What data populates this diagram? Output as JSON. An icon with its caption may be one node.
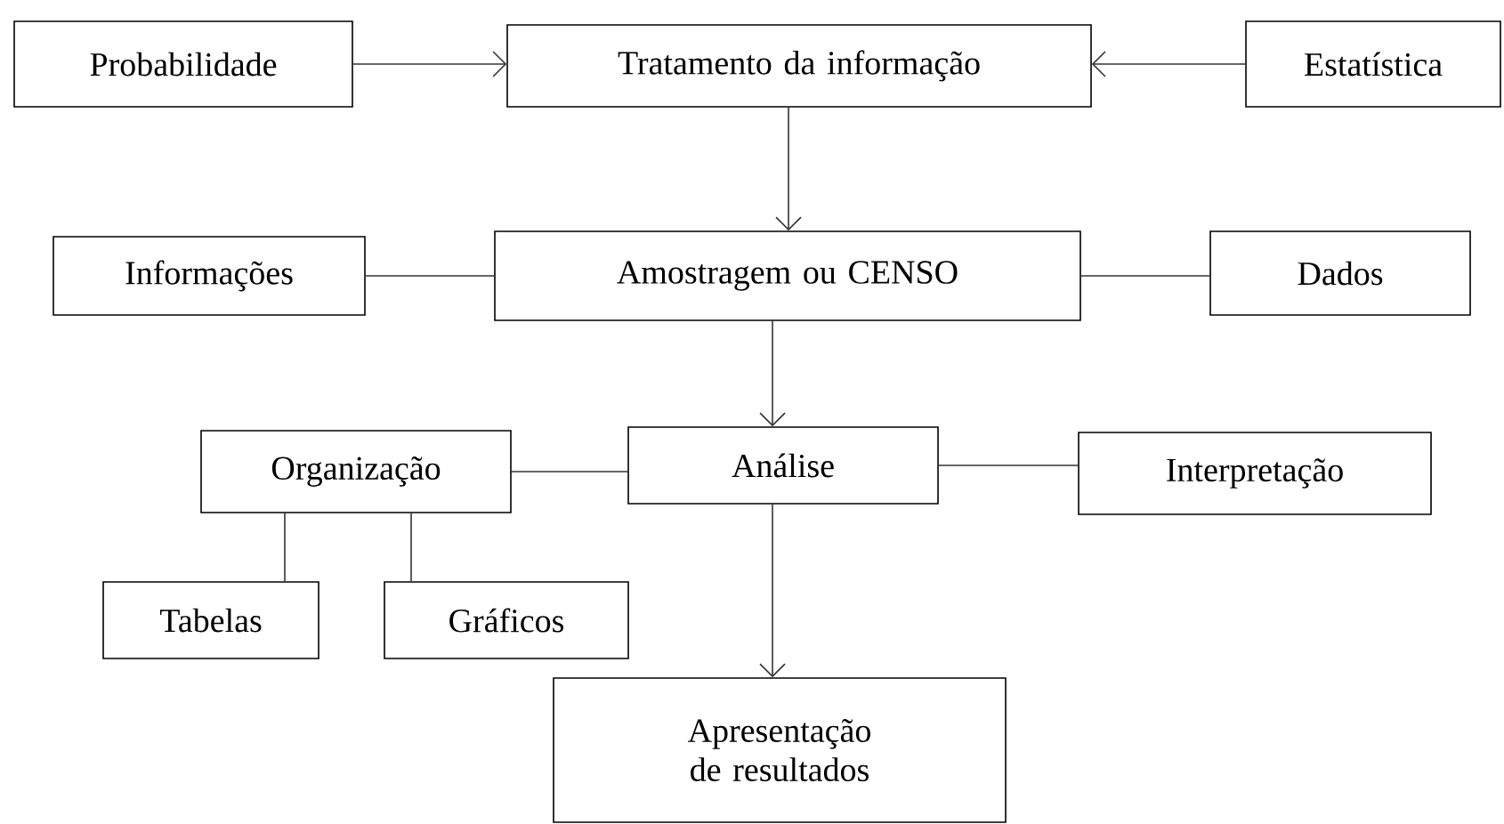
{
  "diagram": {
    "nodes": [
      {
        "text": [
          "Probabilidade"
        ]
      },
      {
        "text": [
          "Tratamento da informação"
        ]
      },
      {
        "text": [
          "Estatística"
        ]
      },
      {
        "text": [
          "Informações"
        ]
      },
      {
        "text": [
          "Amostragem ou CENSO"
        ]
      },
      {
        "text": [
          "Dados"
        ]
      },
      {
        "text": [
          "Organização"
        ]
      },
      {
        "text": [
          "Análise"
        ]
      },
      {
        "text": [
          "Interpretação"
        ]
      },
      {
        "text": [
          "Tabelas"
        ]
      },
      {
        "text": [
          "Gráficos"
        ]
      },
      {
        "text": [
          "Apresentação de resultados"
        ]
      }
    ],
    "edges": [
      {
        "from": 0,
        "to": 1,
        "arrow": "to"
      },
      {
        "from": 2,
        "to": 1,
        "arrow": "to"
      },
      {
        "from": 1,
        "to": 4,
        "arrow": "to"
      },
      {
        "from": 3,
        "to": 4,
        "arrow": "none"
      },
      {
        "from": 4,
        "to": 5,
        "arrow": "none"
      },
      {
        "from": 4,
        "to": 7,
        "arrow": "to"
      },
      {
        "from": 6,
        "to": 7,
        "arrow": "none"
      },
      {
        "from": 7,
        "to": 8,
        "arrow": "none"
      },
      {
        "from": 6,
        "to": 9,
        "arrow": "none"
      },
      {
        "from": 6,
        "to": 10,
        "arrow": "none"
      },
      {
        "from": 7,
        "to": 11,
        "arrow": "to"
      }
    ]
  }
}
